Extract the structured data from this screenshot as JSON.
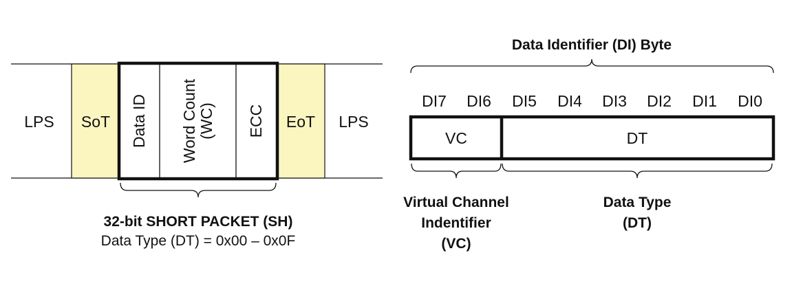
{
  "colors": {
    "sync_field": "#fbf5c0",
    "line": "#111111",
    "background": "#ffffff"
  },
  "short_packet": {
    "lps_left": "LPS",
    "sot": "SoT",
    "fields": {
      "data_id": "Data ID",
      "word_count_line1": "Word Count",
      "word_count_line2": "(WC)",
      "ecc": "ECC"
    },
    "eot": "EoT",
    "lps_right": "LPS",
    "caption_title": "32-bit SHORT PACKET (SH)",
    "caption_subtitle": "Data Type (DT) = 0x00 – 0x0F"
  },
  "di_byte": {
    "title": "Data Identifier (DI) Byte",
    "bits": [
      "DI7",
      "DI6",
      "DI5",
      "DI4",
      "DI3",
      "DI2",
      "DI1",
      "DI0"
    ],
    "vc_label": "VC",
    "dt_label": "DT",
    "vc_description": {
      "line1": "Virtual Channel",
      "line2": "Indentifier",
      "line3": "(VC)"
    },
    "dt_description": {
      "line1": "Data Type",
      "line2": "(DT)"
    }
  }
}
